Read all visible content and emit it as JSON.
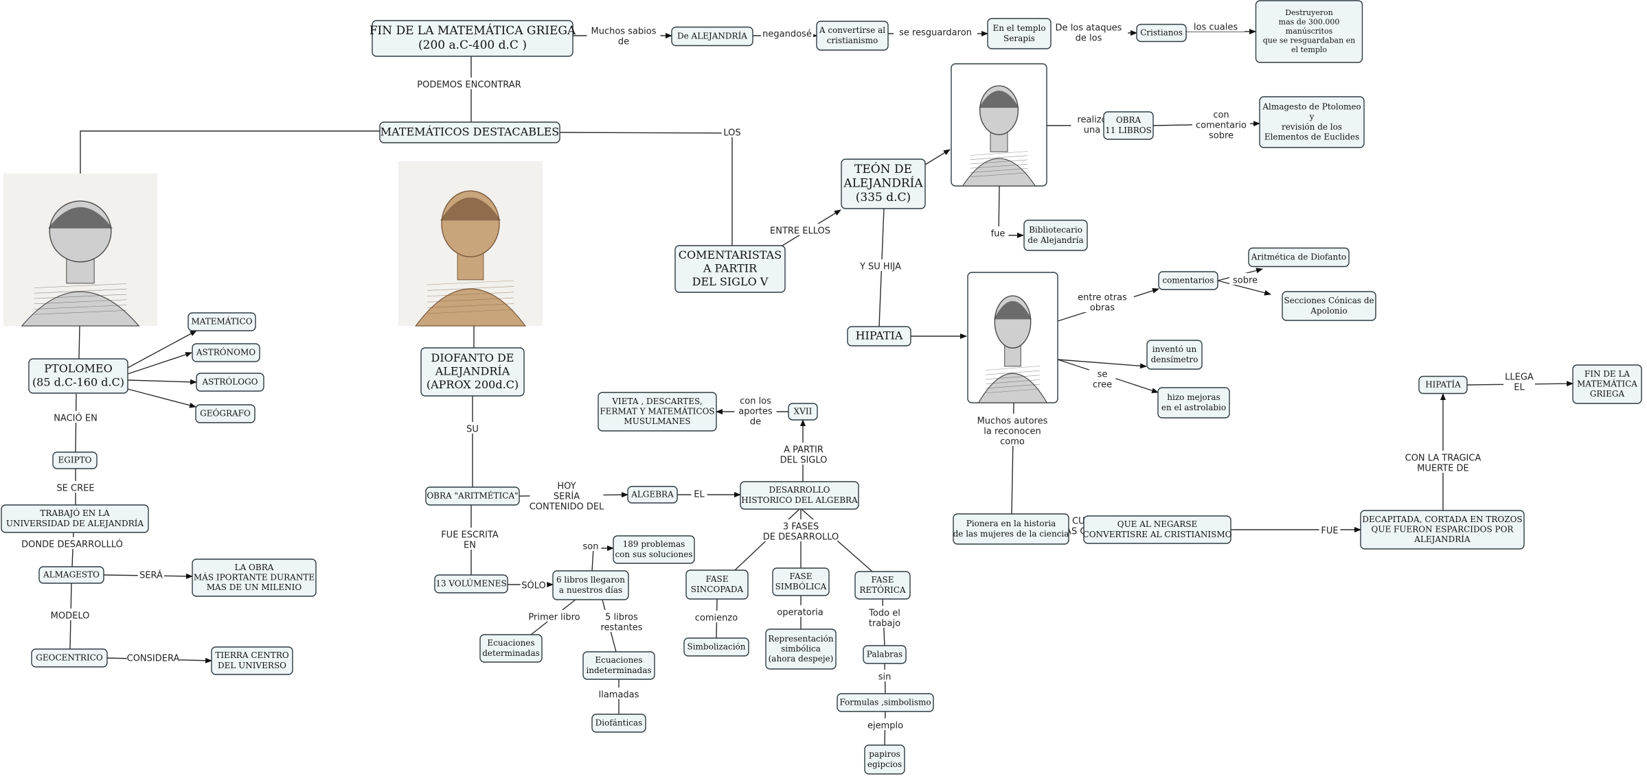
{
  "nodes": {
    "fin_griega": [
      "FIN DE LA MATEMÁTICA GRIEGA",
      "(200 a.C-400 d.C )"
    ],
    "alejandria": [
      "De ALEJANDRÍA"
    ],
    "convertirse": [
      "A convertirse al",
      "cristianismo"
    ],
    "templo": [
      "En el templo",
      "Serapis"
    ],
    "cristianos": [
      "Cristianos"
    ],
    "destruyeron": [
      "Destruyeron",
      "mas de 300.000",
      "manúscritos",
      "que se resguardaban en",
      "el templo"
    ],
    "matematicos": [
      "MATEMÁTICOS DESTACABLES"
    ],
    "teon": [
      "TEÓN DE",
      "ALEJANDRÍA",
      "(335 d.C)"
    ],
    "obra11": [
      "OBRA",
      "11 LIBROS"
    ],
    "almagesto_rev": [
      "Almagesto de Ptolomeo",
      "y",
      "revisión de los",
      "Elementos de Euclides"
    ],
    "bibliotecario": [
      "Bibliotecario",
      "de Alejandría"
    ],
    "comentaristas": [
      "COMENTARISTAS",
      "A PARTIR",
      "DEL SIGLO V"
    ],
    "hipatia": [
      "HIPATIA"
    ],
    "comentarios": [
      "comentarios"
    ],
    "aritmetica_diofanto": [
      "Aritmética de Diofanto"
    ],
    "conicas": [
      "Secciones Cónicas de",
      "Apolonio"
    ],
    "densimetro": [
      "inventó un",
      "densímetro"
    ],
    "astrolabio": [
      "hizo mejoras",
      "en el astrolabio"
    ],
    "pionera": [
      "Pionera en la historia",
      "de las mujeres de la ciencia"
    ],
    "negarse": [
      "QUE AL NEGARSE",
      "CONVERTISRE AL CRISTIANISMO"
    ],
    "decapitada": [
      "DECAPITADA, CORTADA EN TROZOS",
      "QUE FUERON ESPARCIDOS POR",
      "ALEJANDRÍA"
    ],
    "hipatia2": [
      "HIPATÍA"
    ],
    "fin_griega2": [
      "FIN DE LA",
      "MATEMÁTICA",
      "GRIEGA"
    ],
    "ptolomeo": [
      "PTOLOMEO",
      "(85 d.C-160 d.C)"
    ],
    "matematico": [
      "MATEMÁTICO"
    ],
    "astronomo": [
      "ASTRÓNOMO"
    ],
    "astrologo": [
      "ASTRÓLOGO"
    ],
    "geografo": [
      "GEÓGRAFO"
    ],
    "egipto": [
      "EGIPTO"
    ],
    "universidad": [
      "TRABAJÓ EN LA",
      "UNIVERSIDAD DE ALEJANDRÍA"
    ],
    "almagesto": [
      "ALMAGESTO"
    ],
    "obra_importante": [
      "LA OBRA",
      "MÁS IPORTANTE DURANTE",
      "MAS DE UN MILENIO"
    ],
    "geocentrico": [
      "GEOCENTRICO"
    ],
    "tierra": [
      "TIERRA CENTRO",
      "DEL UNIVERSO"
    ],
    "diofanto": [
      "DIOFANTO DE",
      "ALEJANDRÍA",
      "(APROX 200d.C)"
    ],
    "obra_aritmetica": [
      "OBRA \"ARITMÉTICA\""
    ],
    "algebra": [
      "ALGEBRA"
    ],
    "desarrollo": [
      "DESARROLLO",
      "HISTORICO DEL ALGEBRA"
    ],
    "xvii": [
      "XVII"
    ],
    "vieta": [
      "VIETA , DESCARTES,",
      "FERMAT Y MATEMÁTICOS",
      "MUSULMANES"
    ],
    "volumenes": [
      "13 VOLÚMENES"
    ],
    "seis_libros": [
      "6  libros llegaron",
      "a nuestros días"
    ],
    "problemas": [
      "189 problemas",
      "con sus soluciones"
    ],
    "ec_det": [
      "Ecuaciones",
      "determinadas"
    ],
    "ec_indet": [
      "Ecuaciones",
      "indeterminadas"
    ],
    "diofanticas": [
      "Diofánticas"
    ],
    "sincopada": [
      "FASE",
      "SINCOPADA"
    ],
    "simbolica": [
      "FASE",
      "SIMBÓLICA"
    ],
    "retorica": [
      "FASE",
      "RETÓRICA"
    ],
    "simbolizacion": [
      "Simbolización"
    ],
    "representacion": [
      "Representación",
      "simbólica",
      "(ahora despeje)"
    ],
    "palabras": [
      "Palabras"
    ],
    "formulas": [
      "Formulas ,simbolismo"
    ],
    "papiros": [
      "papiros",
      "egipcios"
    ]
  },
  "links": {
    "muchos_sabios": [
      "Muchos sabios",
      "de"
    ],
    "negandose": [
      "negandosé"
    ],
    "se_resguardaron": [
      "se resguardaron"
    ],
    "ataques": [
      "De los ataques",
      "de los"
    ],
    "los_cuales": [
      "los cuales"
    ],
    "podemos": [
      "PODEMOS ENCONTRAR"
    ],
    "los": [
      "LOS"
    ],
    "entre_ellos": [
      "ENTRE ELLOS"
    ],
    "realizo": [
      "realizó",
      "una"
    ],
    "con_comentario": [
      "con",
      "comentario",
      "sobre"
    ],
    "fue": [
      "fue"
    ],
    "su_hija": [
      "Y SU HIJA"
    ],
    "entre_otras": [
      "entre otras",
      "obras"
    ],
    "sobre": [
      "sobre"
    ],
    "se_cree": [
      "se",
      "cree"
    ],
    "autores": [
      "Muchos autores",
      "la reconocen",
      "como"
    ],
    "cuentan": [
      "CUENTAN",
      "LAS CRÓNICAS"
    ],
    "fue2": [
      "FUE"
    ],
    "tragica": [
      "CON LA TRAGICA",
      "MUERTE  DE"
    ],
    "llega": [
      "LLEGA",
      "EL"
    ],
    "nacio": [
      "NACIÓ EN"
    ],
    "se_cree2": [
      "SE CREE"
    ],
    "donde": [
      "DONDE DESARROLLLÓ"
    ],
    "sera": [
      "SERÁ"
    ],
    "modelo": [
      "MODELO"
    ],
    "considera": [
      "CONSIDERA"
    ],
    "su": [
      "SU"
    ],
    "hoy": [
      "HOY",
      "SERÍA",
      "CONTENIDO DEL"
    ],
    "el": [
      "EL"
    ],
    "a_partir": [
      "A PARTIR",
      "DEL SIGLO"
    ],
    "aportes": [
      "con los",
      "aportes",
      "de"
    ],
    "escrita": [
      "FUE ESCRITA",
      "EN"
    ],
    "solo": [
      "SÓLO"
    ],
    "son": [
      "son"
    ],
    "primer": [
      "Primer libro"
    ],
    "cinco": [
      "5 libros",
      "restantes"
    ],
    "llamadas": [
      "llamadas"
    ],
    "fases": [
      "3 FASES",
      "DE DESARROLLO"
    ],
    "comienzo": [
      "comienzo"
    ],
    "operatoria": [
      "operatoria"
    ],
    "todo": [
      "Todo el",
      "trabajo"
    ],
    "sin": [
      "sin"
    ],
    "ejemplo": [
      "ejemplo"
    ]
  },
  "pictures": {
    "ptolomeo_portrait": "ptolomeo-engraving",
    "diofanto_portrait": "diofanto-bust",
    "teon_portrait": "teon-engraving",
    "hipatia_portrait": "hipatia-drawing"
  }
}
